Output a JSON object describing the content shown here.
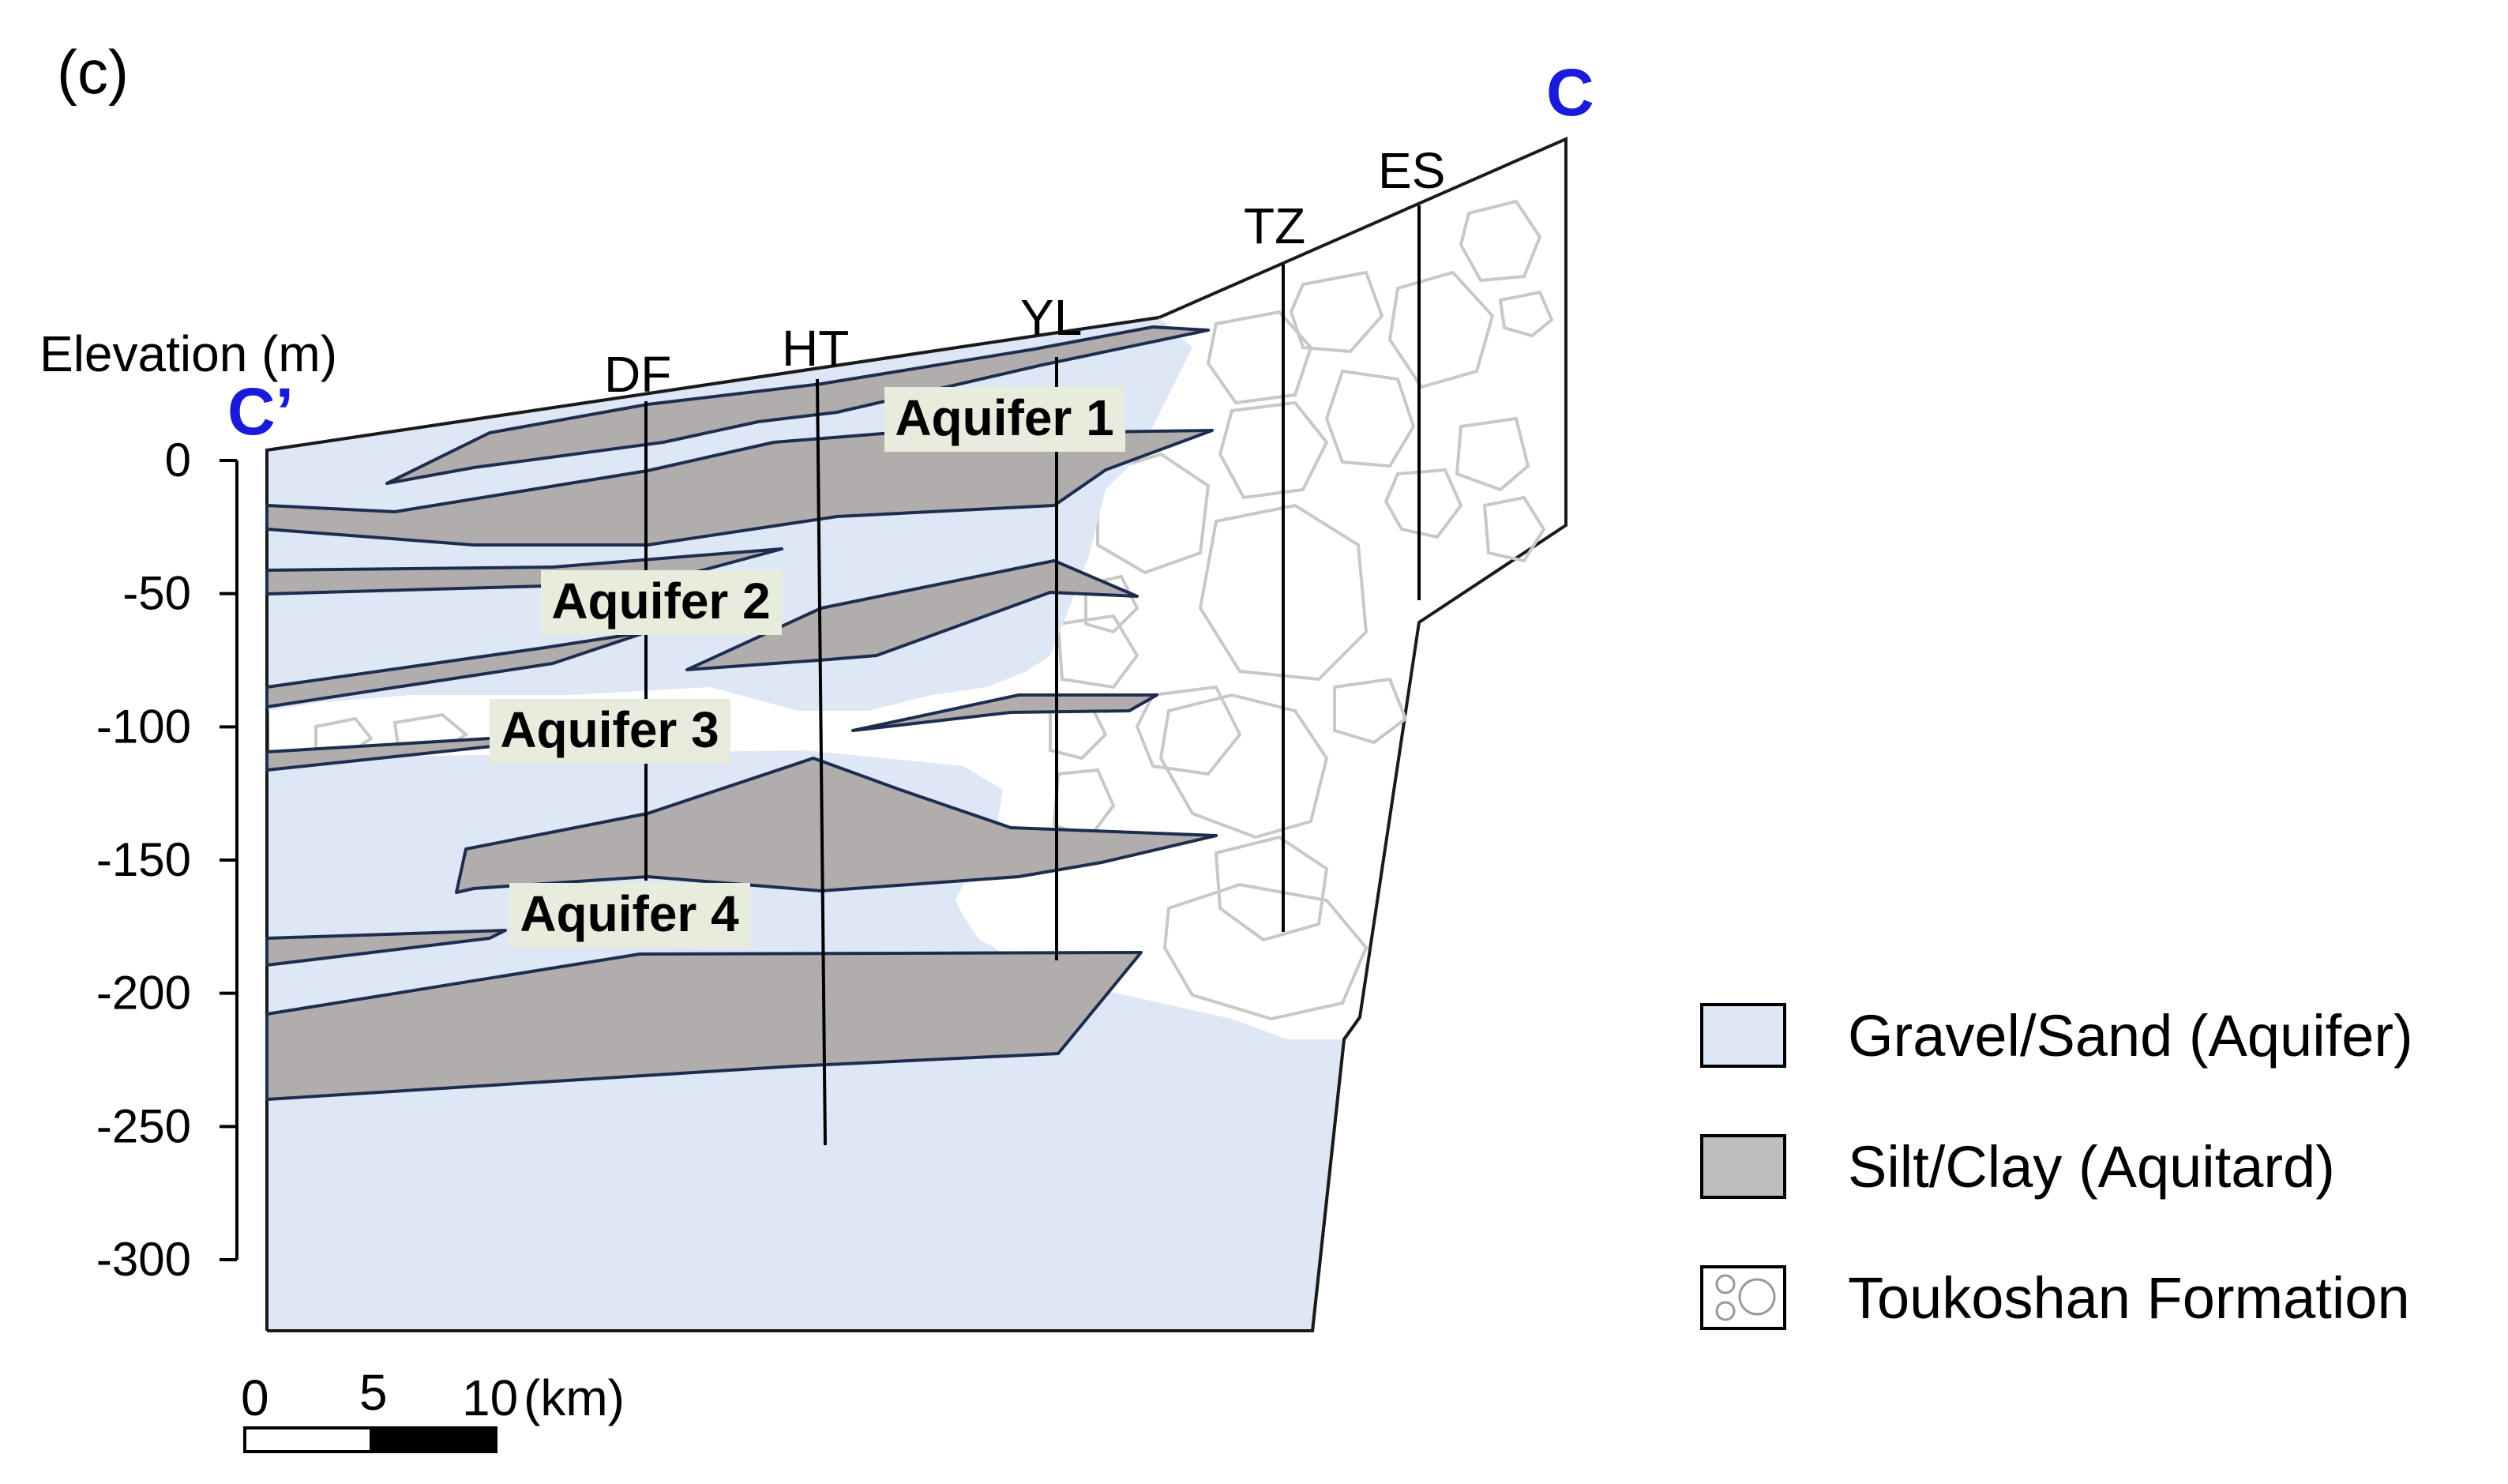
{
  "panel_label": "(c)",
  "corner_left": "C’",
  "corner_right": "C",
  "corner_color": "#1a1adb",
  "axis": {
    "title": "Elevation (m)",
    "ticks": [
      {
        "value": 0,
        "label": "0"
      },
      {
        "value": -50,
        "label": "-50"
      },
      {
        "value": -100,
        "label": "-100"
      },
      {
        "value": -150,
        "label": "-150"
      },
      {
        "value": -200,
        "label": "-200"
      },
      {
        "value": -250,
        "label": "-250"
      },
      {
        "value": -300,
        "label": "-300"
      }
    ]
  },
  "wells": [
    "DF",
    "HT",
    "YL",
    "TZ",
    "ES"
  ],
  "aquifers": [
    "Aquifer 1",
    "Aquifer 2",
    "Aquifer 3",
    "Aquifer 4"
  ],
  "legend": [
    {
      "label": "Gravel/Sand (Aquifer)",
      "color": "#dde7f6"
    },
    {
      "label": "Silt/Clay (Aquitard)",
      "color": "#bebebe"
    },
    {
      "label": "Toukoshan Formation",
      "color": "#ffffff"
    }
  ],
  "scale_bar": {
    "ticks": [
      "0",
      "5",
      "10"
    ],
    "unit": "(km)"
  },
  "colors": {
    "aquifer_fill": "#dde7f6",
    "aquitard_fill": "#b2adad",
    "outline": "#1d2d50",
    "label_bg": "#e8ecdc",
    "pebble_stroke": "#c8c8c8"
  }
}
